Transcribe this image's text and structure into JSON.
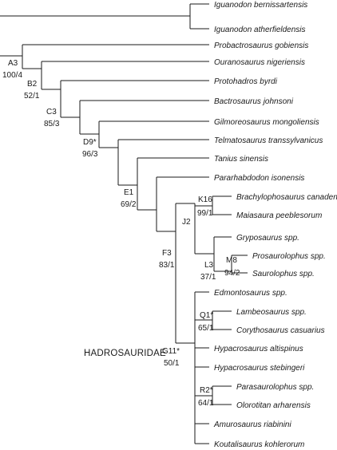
{
  "taxa": [
    "Iguanodon bernissartensis",
    "Iguanodon atherfieldensis",
    "Probactrosaurus gobiensis",
    "Ouranosaurus nigeriensis",
    "Protohadros byrdi",
    "Bactrosaurus johnsoni",
    "Gilmoreosaurus mongoliensis",
    "Telmatosaurus transsylvanicus",
    "Tanius sinensis",
    "Pararhabdodon isonensis",
    "Brachylophosaurus canadensis",
    "Maiasaura peeblesorum",
    "Gryposaurus spp.",
    "Prosaurolophus spp.",
    "Saurolophus spp.",
    "Edmontosaurus spp.",
    "Lambeosaurus spp.",
    "Corythosaurus casuarius",
    "Hypacrosaurus altispinus",
    "Hypacrosaurus stebingeri",
    "Parasaurolophus spp.",
    "Olorotitan arharensis",
    "Amurosaurus riabinini",
    "Koutalisaurus kohlerorum"
  ],
  "nodes": {
    "A3": {
      "name": "A3",
      "support": "100/4"
    },
    "B2": {
      "name": "B2",
      "support": "52/1"
    },
    "C3": {
      "name": "C3",
      "support": "85/3"
    },
    "D9": {
      "name": "D9*",
      "support": "96/3"
    },
    "E1": {
      "name": "E1",
      "support": "69/2"
    },
    "F3": {
      "name": "F3",
      "support": "83/1"
    },
    "G11": {
      "name": "G11*",
      "support": "50/1"
    },
    "J2": {
      "name": "J2",
      "support": ""
    },
    "K16": {
      "name": "K16",
      "support": "99/1"
    },
    "L3": {
      "name": "L3",
      "support": "37/1"
    },
    "M8": {
      "name": "M8",
      "support": "94/2"
    },
    "Q1": {
      "name": "Q1*",
      "support": "65/1"
    },
    "R2": {
      "name": "R2*",
      "support": "64/1"
    }
  },
  "clade_label": "HADROSAURIDAE"
}
